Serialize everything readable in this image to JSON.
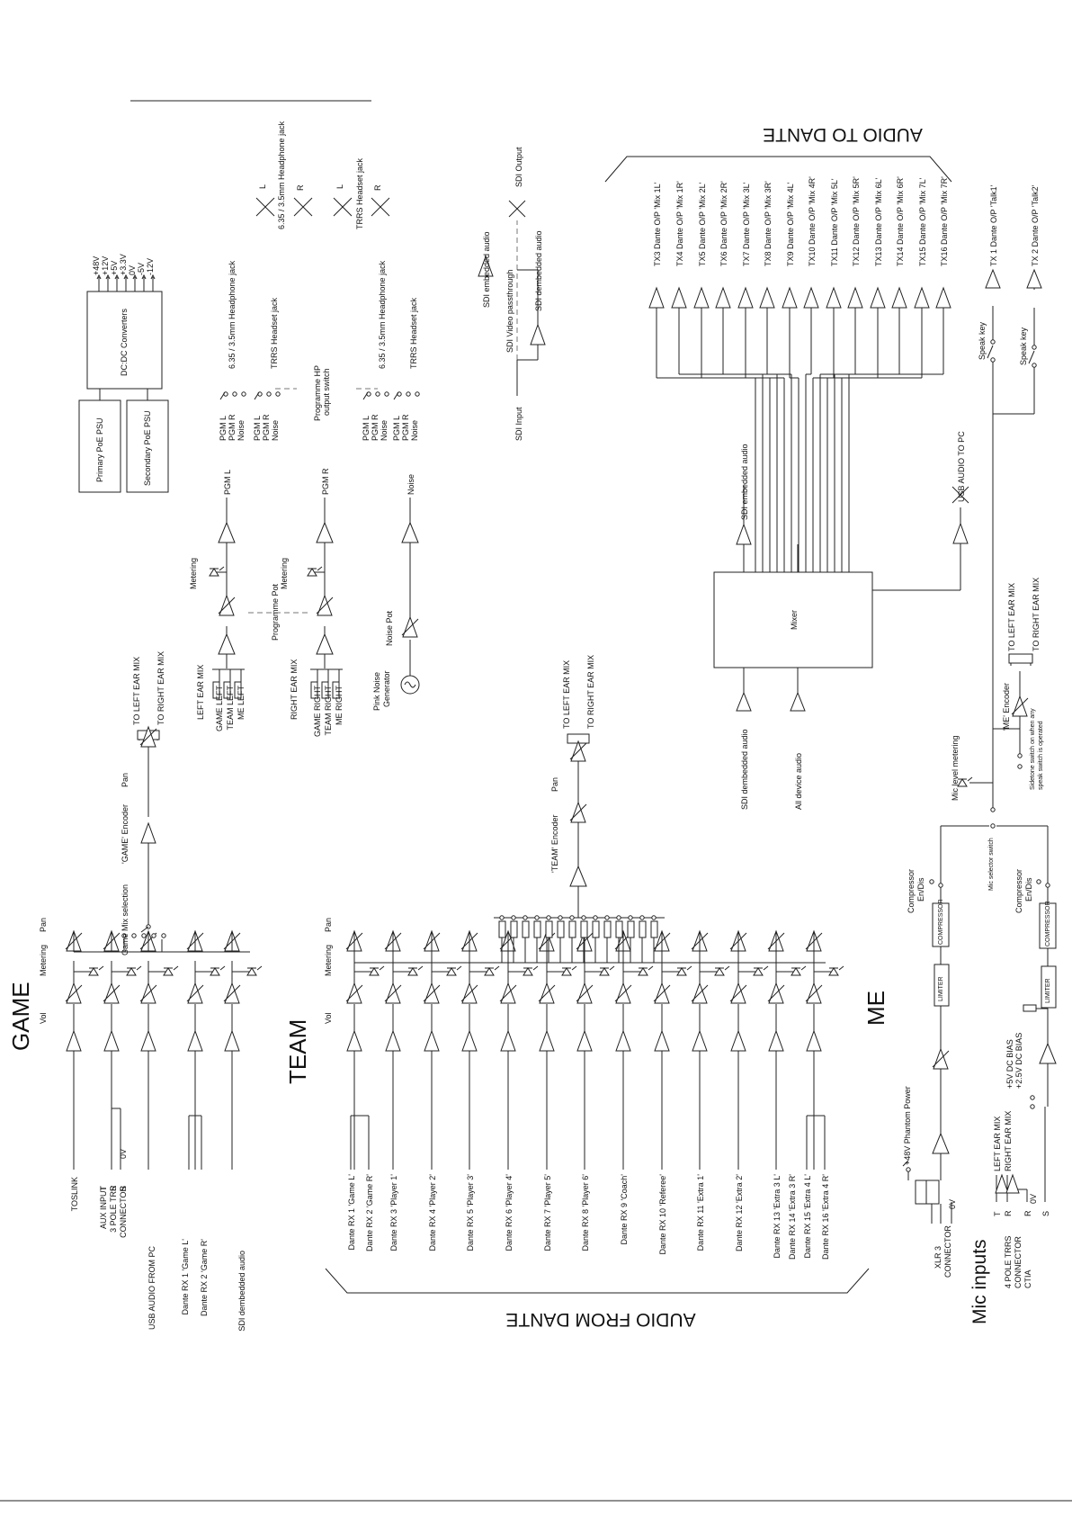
{
  "sections": {
    "game": "GAME",
    "team": "TEAM",
    "me": "ME",
    "audio_from_dante": "AUDIO FROM DANTE",
    "audio_to_dante": "AUDIO TO DANTE",
    "mic_inputs": "Mic inputs"
  },
  "column_labels": {
    "vol": "Vol",
    "metering": "Metering",
    "pan": "Pan"
  },
  "game": {
    "inputs": [
      "TOSLINK",
      "AUX INPUT",
      "3 POLE TRS",
      "CONNECTOR",
      "USB AUDIO FROM PC",
      "Dante RX 1 'Game L'",
      "Dante RX 2 'Game R'",
      "SDI dembedded audio"
    ],
    "trs_pins": [
      "T",
      "R",
      "S",
      "0V"
    ],
    "mix_selection": "Game Mix selection",
    "encoder": "'GAME' Encoder",
    "pan": "Pan",
    "to_left": "TO LEFT EAR MIX",
    "to_right": "TO RIGHT EAR MIX"
  },
  "team": {
    "inputs": [
      "Dante RX 1 'Game L'",
      "Dante RX 2 'Game R'",
      "Dante RX 3 'Player 1'",
      "Dante RX 4 'Player 2'",
      "Dante RX 5 'Player 3'",
      "Dante RX 6 'Player 4'",
      "Dante RX 7 'Player 5'",
      "Dante RX 8 'Player 6'",
      "Dante RX 9 'Coach'",
      "Dante RX 10 'Referee'",
      "Dante RX 11 'Extra 1'",
      "Dante RX 12 'Extra 2'",
      "Dante RX 13 'Extra 3 L'",
      "Dante RX 14 'Extra 3 R'",
      "Dante RX 15 'Extra 4 L'",
      "Dante RX 16 'Extra 4 R'"
    ],
    "encoder": "'TEAM' Encoder",
    "pan": "Pan",
    "to_left": "TO LEFT EAR MIX",
    "to_right": "TO RIGHT EAR MIX"
  },
  "ear_mix": {
    "left_title": "LEFT EAR MIX",
    "left_inputs": [
      "GAME LEFT",
      "TEAM LEFT",
      "ME LEFT"
    ],
    "right_title": "RIGHT EAR MIX",
    "right_inputs": [
      "GAME RIGHT",
      "TEAM RIGHT",
      "ME RIGHT"
    ],
    "metering": "Metering",
    "programme_pot": "Programme Pot",
    "pgm_l": "PGM L",
    "pgm_r": "PGM R",
    "pink_noise": "Pink Noise",
    "generator": "Generator",
    "noise_pot": "Noise Pot",
    "noise": "Noise"
  },
  "psu": {
    "primary": "Primary PoE PSU",
    "secondary": "Secondary PoE PSU",
    "dcdc": "DC:DC Converters",
    "rails": [
      "+48V",
      "+12V",
      "+5V",
      "+3.3V",
      "0V",
      "-5V",
      "-12V"
    ]
  },
  "headphones": {
    "sw_pins": [
      "PGM L",
      "PGM R",
      "Noise"
    ],
    "jack_635": "6.35 / 3.5mm Headphone jack",
    "trrs": "TRRS Headset jack",
    "switch": "Programme HP",
    "switch2": "output switch",
    "l": "L",
    "r": "R"
  },
  "sdi": {
    "output": "SDI Output",
    "embedded": "SDI embedded audio",
    "passthrough": "SDI Video passthrough",
    "input": "SDI Input",
    "dembedded": "SDI dembedded audio"
  },
  "mixer": {
    "label": "Mixer",
    "sdi_embedded": "SDI embedded audio",
    "sdi_dembedded": "SDI dembedded audio",
    "all_device": "All device audio",
    "usb_to_pc": "USB AUDIO TO PC"
  },
  "tx": [
    "TX3 Dante O/P 'Mix 1L'",
    "TX4 Dante O/P 'Mix 1R'",
    "TX5 Dante O/P 'Mix 2L'",
    "TX6 Dante O/P 'Mix 2R'",
    "TX7 Dante O/P 'Mix 3L'",
    "TX8 Dante O/P 'Mix 3R'",
    "TX9 Dante O/P 'Mix 4L'",
    "TX10 Dante O/P 'Mix 4R'",
    "TX11 Dante O/P 'Mix 5L'",
    "TX12 Dante O/P 'Mix 5R'",
    "TX13 Dante O/P 'Mix 6L'",
    "TX14 Dante O/P 'Mix 6R'",
    "TX15 Dante O/P 'Mix 7L'",
    "TX16 Dante O/P 'Mix 7R'"
  ],
  "talk": {
    "tx1": "TX 1 Dante O/P 'Talk1'",
    "tx2": "TX 2 Dante O/P 'Talk2'",
    "speak1": "Speak key",
    "speak2": "Speak key"
  },
  "me": {
    "phantom": "+48V Phantom Power",
    "xlr": "XLR 3",
    "xlr2": "CONNECTOR",
    "zero_v": "0V",
    "trrs": "4 POLE TRRS",
    "trrs2": "CONNECTOR",
    "ctia": "CTIA",
    "trrs_pins": [
      "T",
      "R",
      "R",
      "S"
    ],
    "left_ear": "LEFT EAR MIX",
    "right_ear": "RIGHT EAR MIX",
    "bias5": "+5V DC BIAS",
    "bias25": "+2.5V DC BIAS",
    "limiter": "LIMITER",
    "compressor_box": "COMPRESSOR",
    "compressor": "Compressor",
    "endis": "En/Dis",
    "mic_selector": "Mic selector switch",
    "mic_level": "Mic level metering",
    "encoder": "'ME' Encoder",
    "sidetone": "Sidetone switch on when any",
    "sidetone2": "speak switch is operated",
    "to_left": "TO LEFT EAR MIX",
    "to_right": "TO RIGHT EAR MIX"
  }
}
